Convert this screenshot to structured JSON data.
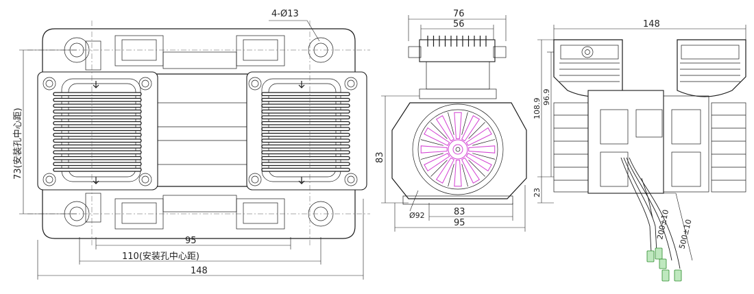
{
  "front_view": {
    "mount_hole_label": "4-Ø13",
    "dim_95": "95",
    "dim_110": "110(安装孔中心距)",
    "dim_148": "148",
    "dim_73": "73(安装孔中心距)"
  },
  "side_view": {
    "dim_76": "76",
    "dim_56": "56",
    "dim_83_vertical": "83",
    "dim_92": "Ø92",
    "dim_83_bottom": "83",
    "dim_95": "95"
  },
  "right_view": {
    "dim_148": "148",
    "dim_96_9": "96.9",
    "dim_108_9": "108.9",
    "dim_23": "23",
    "wire_200": "200±10",
    "wire_500": "500±10"
  },
  "colors": {
    "fan": "#d23fd2",
    "terminal": "#2a8a2a",
    "line": "#1a1a1a"
  }
}
